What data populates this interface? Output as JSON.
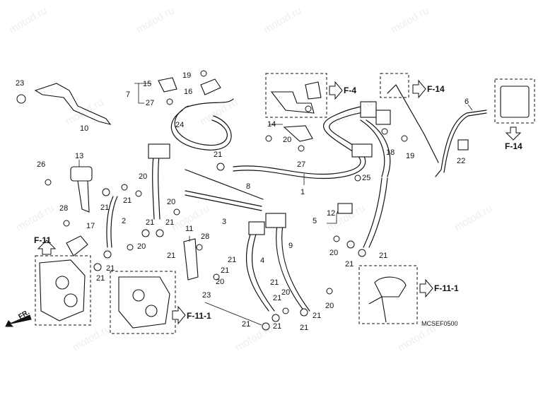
{
  "watermark_text": "motod.ru",
  "diagram_code": "MCSEF0500",
  "front_label": "FR.",
  "part_labels": {
    "p1": "1",
    "p2": "2",
    "p3": "3",
    "p4": "4",
    "p5": "5",
    "p6": "6",
    "p7": "7",
    "p8": "8",
    "p9": "9",
    "p10": "10",
    "p11": "11",
    "p12": "12",
    "p13": "13",
    "p14": "14",
    "p15": "15",
    "p16": "16",
    "p17": "17",
    "p18": "18",
    "p19": "19",
    "p20": "20",
    "p21": "21",
    "p22": "22",
    "p23": "23",
    "p24": "24",
    "p25": "25",
    "p26": "26",
    "p27": "27",
    "p28": "28"
  },
  "ref_labels": {
    "f4": "F-4",
    "f14": "F-14",
    "f11": "F-11",
    "f11_1": "F-11-1"
  }
}
